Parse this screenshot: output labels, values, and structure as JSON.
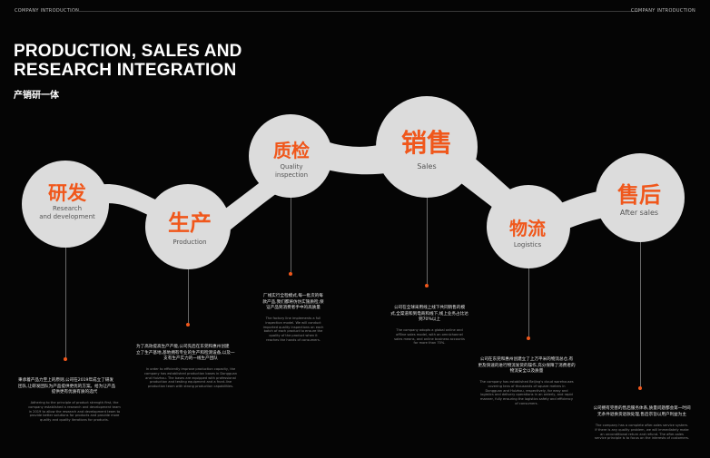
{
  "header": {
    "left_label": "COMPANY INTRODUCTION",
    "right_label": "COMPANY INTRODUCTION"
  },
  "title_line1": "PRODUCTION, SALES AND",
  "title_line2": "RESEARCH INTEGRATION",
  "subtitle": "产销研一体",
  "accent_color": "#f0571b",
  "blob_color": "#dcdcdc",
  "stages": [
    {
      "cn": "研发",
      "en1": "Research",
      "en2": "and development",
      "desc_cn": [
        "秉承着产品力至上的原则,公司在2019年成立了研发",
        "团队,让研发团队为产品提供更优的方案。给为让产品",
        "提供更有优质有质的选代"
      ],
      "desc_en": [
        "Adhering to the principle of product strength first, the",
        "company established a research and development team",
        "in 2019 to allow the research and development team to",
        "provide better solutions for products and provide more",
        "quality and quality iterations for products."
      ]
    },
    {
      "cn": "生产",
      "en1": "Production",
      "en2": "",
      "desc_cn": [
        "为了高效提高生产产能,公司先后在东莞和惠州创建",
        "立了生产基地,基地拥有专业的生产和检测设备,以及一",
        "支有生产实力的一线生产团队"
      ],
      "desc_en": [
        "In order to efficiently improve production capacity, the",
        "company has established production bases in Dongguan",
        "and Huizhou. The bases are equipped with professional",
        "production and testing equipment and a front-line",
        "production team with strong production capabilities."
      ]
    },
    {
      "cn": "质检",
      "en1": "Quality",
      "en2": "inspection",
      "desc_cn": [
        "厂线实行全检模式,每一批次的每",
        "款产品,我们都将仿仿实施质检,保",
        "证产品到消费者手中的高质量"
      ],
      "desc_en": [
        "The factory line implements a full",
        "inspection model. We will conduct",
        "imported quality inspections on each",
        "batch of each product to ensure the",
        "quality of the product when it",
        "reaches the hands of consumers."
      ]
    },
    {
      "cn": "销售",
      "en1": "Sales",
      "en2": "",
      "desc_cn": [
        "公司在全球采用线上线下共同销售的模",
        "式,全渠道和到电商和线下,线上业务占比达",
        "到70%以上"
      ],
      "desc_en": [
        "The company adopts a global online and",
        "offline sales model, with an omnichannel",
        "sales means, and online business accounts",
        "for more than 70%."
      ]
    },
    {
      "cn": "物流",
      "en1": "Logistics",
      "en2": "",
      "desc_cn": [
        "公司在东莞和惠州创建立了上万平米的物流总仓,有",
        "更及快速的进行物流发货的操作,充分保障了消费者的",
        "物流安全以及质量"
      ],
      "desc_en": [
        "The company has established Beijing's cloud warehouses",
        "covering tens of thousands of square meters in",
        "Dongguan and Huizhou, respectively, for easy and",
        "logistics and delivery operations in an orderly, and rapid",
        "manner, fully ensuring the logistics safety and efficiency",
        "of consumers."
      ]
    },
    {
      "cn": "售后",
      "en1": "After sales",
      "en2": "",
      "desc_cn": [
        "公司拥有完善的售后服务体系,质量问题都会第一时间",
        "无条件退换货退款处理,售后宗旨以用户利益为主"
      ],
      "desc_en": [
        "The company has a complete after-sales service system.",
        "If there is any quality problem, we will immediately make",
        "an unconditional return and refund. The after-sales",
        "service principle is to focus on the interests of customers."
      ]
    }
  ]
}
